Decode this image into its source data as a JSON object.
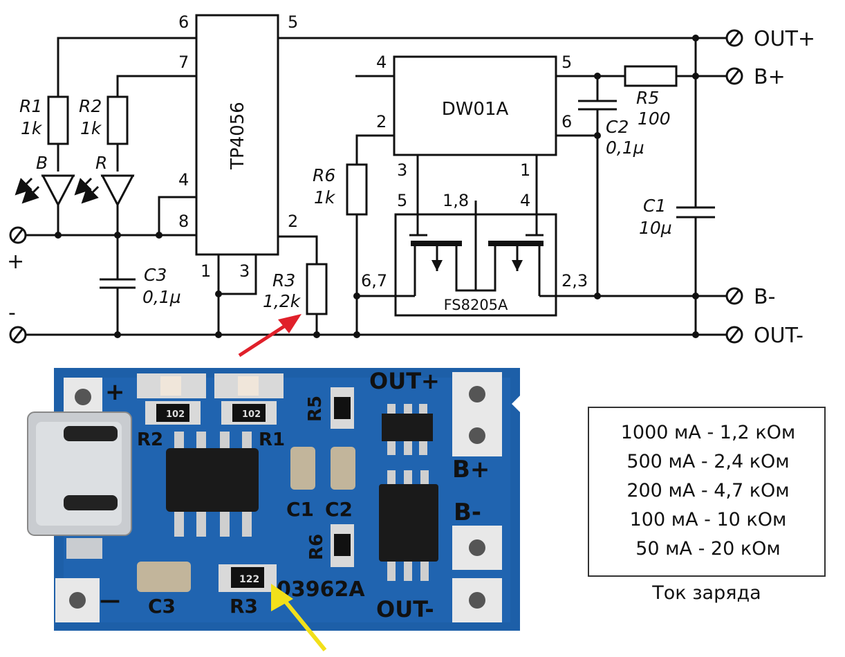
{
  "schematic": {
    "chips": {
      "tp4056": "TP4056",
      "dw01a": "DW01A",
      "fs8205a": "FS8205A"
    },
    "tp4056_pins": [
      "6",
      "7",
      "5",
      "4",
      "8",
      "2",
      "1",
      "3"
    ],
    "dw01a_pins": [
      "4",
      "5",
      "2",
      "6",
      "3",
      "1"
    ],
    "fs8205a_pins": [
      "5",
      "1,8",
      "4",
      "6,7",
      "2,3"
    ],
    "components": {
      "r1": {
        "name": "R1",
        "value": "1k"
      },
      "r2": {
        "name": "R2",
        "value": "1k"
      },
      "r3": {
        "name": "R3",
        "value": "1,2k"
      },
      "r5": {
        "name": "R5",
        "value": "100"
      },
      "r6": {
        "name": "R6",
        "value": "1k"
      },
      "c1": {
        "name": "C1",
        "value": "10µ"
      },
      "c2": {
        "name": "C2",
        "value": "0,1µ"
      },
      "c3": {
        "name": "C3",
        "value": "0,1µ"
      },
      "led_b": "B",
      "led_r": "R"
    },
    "terminals": {
      "out_plus": "OUT+",
      "b_plus": "B+",
      "b_minus": "B-",
      "out_minus": "OUT-",
      "in_plus": "+",
      "in_minus": "-"
    }
  },
  "board": {
    "silkscreen": {
      "plus": "+",
      "minus": "—",
      "out_plus": "OUT+",
      "out_minus": "OUT-",
      "b_plus": "B+",
      "b_minus": "B-",
      "r1": "R1",
      "r2": "R2",
      "r3": "R3",
      "r5": "R5",
      "r6": "R6",
      "c1": "C1",
      "c2": "C2",
      "c3": "C3",
      "code": "03962A",
      "r3_marking": "122",
      "led_marking": "102"
    },
    "colors": {
      "pcb": "#1d5fa8",
      "arrow_red": "#e0202a",
      "arrow_yellow": "#f2e01a"
    }
  },
  "charge_table": {
    "rows": [
      "1000 мА - 1,2 кОм",
      "500 мА - 2,4 кОм",
      "200 мА - 4,7 кОм",
      "100 мА - 10 кОм",
      "50 мА - 20 кОм"
    ],
    "caption": "Ток заряда"
  }
}
